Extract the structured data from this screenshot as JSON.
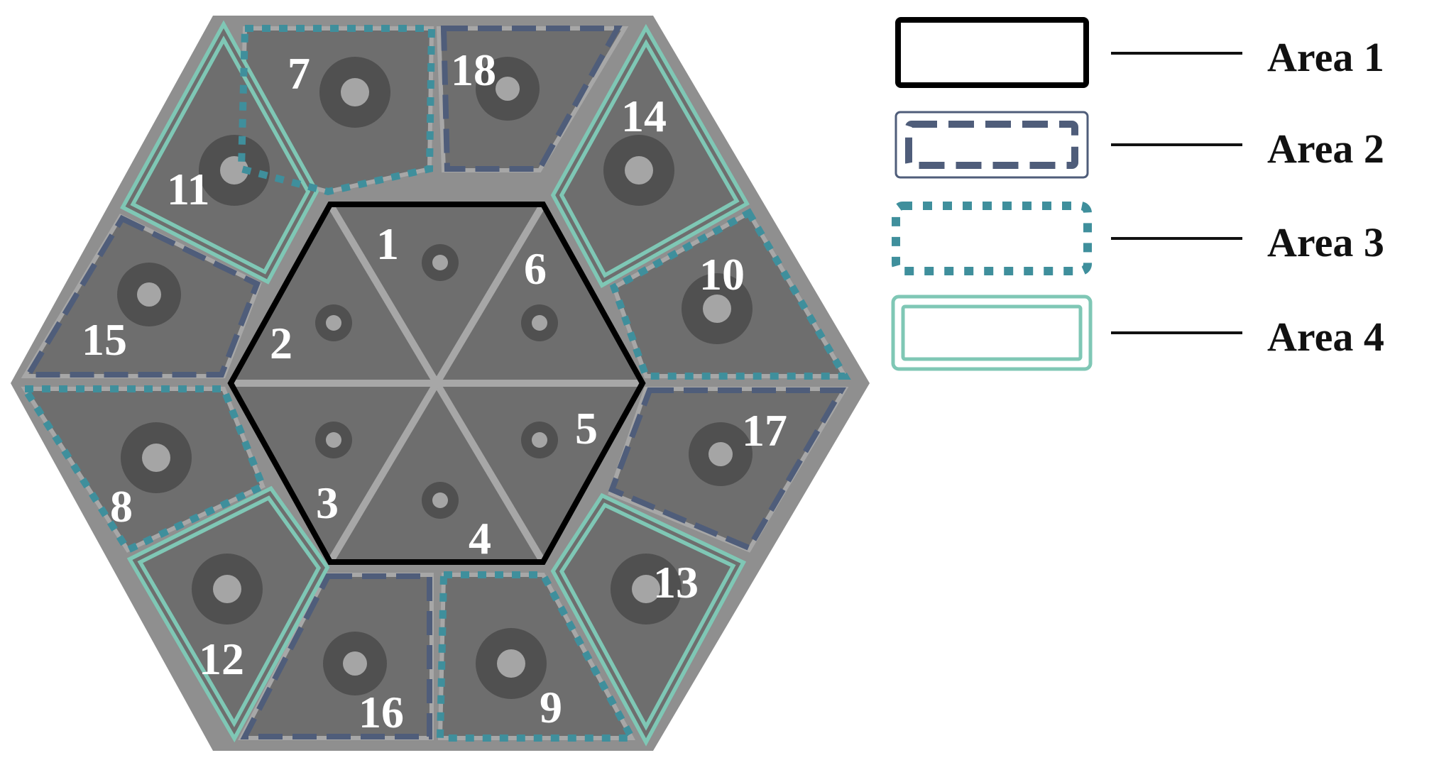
{
  "diagram": {
    "colors": {
      "background": "#ffffff",
      "body": "#8f8f8f",
      "cell": "#6e6e6e",
      "divider": "#a7a7a7",
      "ring": "#505050",
      "dot": "#a5a5a5",
      "number": "#ffffff",
      "area1": "#000000",
      "area2": "#4f5d7a",
      "area3": "#3f8f9c",
      "area4": "#7fc7b5"
    },
    "cells": [
      {
        "label": "1",
        "area": 1
      },
      {
        "label": "2",
        "area": 1
      },
      {
        "label": "3",
        "area": 1
      },
      {
        "label": "4",
        "area": 1
      },
      {
        "label": "5",
        "area": 1
      },
      {
        "label": "6",
        "area": 1
      },
      {
        "label": "7",
        "area": 3
      },
      {
        "label": "8",
        "area": 3
      },
      {
        "label": "9",
        "area": 3
      },
      {
        "label": "10",
        "area": 3
      },
      {
        "label": "11",
        "area": 4
      },
      {
        "label": "12",
        "area": 4
      },
      {
        "label": "13",
        "area": 4
      },
      {
        "label": "14",
        "area": 4
      },
      {
        "label": "15",
        "area": 2
      },
      {
        "label": "16",
        "area": 2
      },
      {
        "label": "17",
        "area": 2
      },
      {
        "label": "18",
        "area": 2
      }
    ],
    "legend": [
      {
        "label": "Area 1",
        "style": "solid"
      },
      {
        "label": "Area 2",
        "style": "dashed"
      },
      {
        "label": "Area 3",
        "style": "dotted"
      },
      {
        "label": "Area 4",
        "style": "double"
      }
    ]
  }
}
